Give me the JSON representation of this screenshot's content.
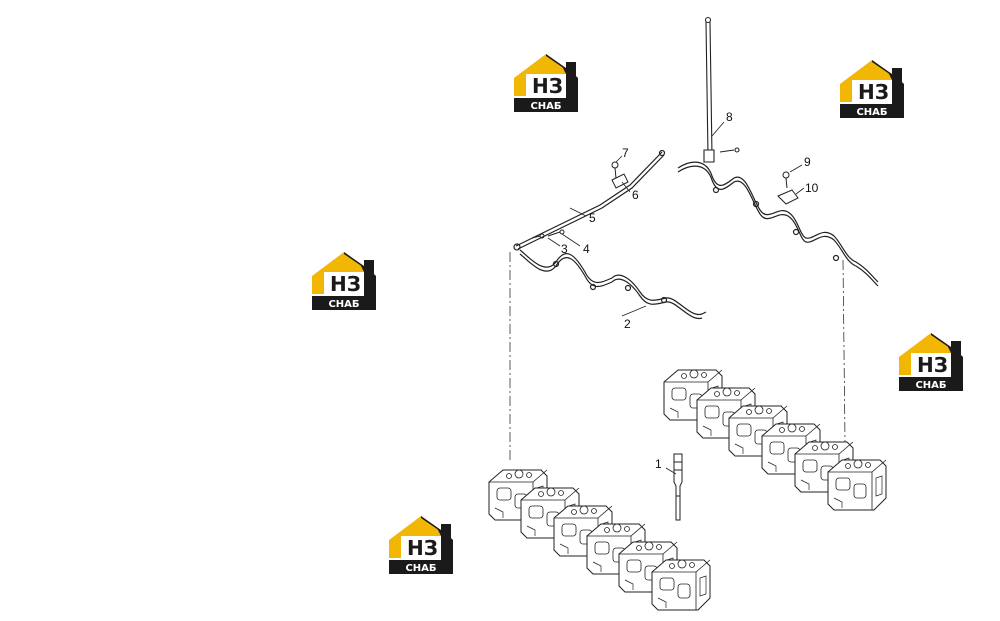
{
  "colors": {
    "line": "#222222",
    "logo_yellow": "#F2B705",
    "logo_dark": "#1a1a1a",
    "logo_text": "#ffffff"
  },
  "logo": {
    "mark": "НЗ",
    "word": "СНАБ"
  },
  "callouts": [
    {
      "id": "callout-1",
      "label": "1"
    },
    {
      "id": "callout-2",
      "label": "2"
    },
    {
      "id": "callout-3",
      "label": "3"
    },
    {
      "id": "callout-4",
      "label": "4"
    },
    {
      "id": "callout-5",
      "label": "5"
    },
    {
      "id": "callout-6",
      "label": "6"
    },
    {
      "id": "callout-7",
      "label": "7"
    },
    {
      "id": "callout-8",
      "label": "8"
    },
    {
      "id": "callout-9",
      "label": "9"
    },
    {
      "id": "callout-10",
      "label": "10"
    }
  ]
}
